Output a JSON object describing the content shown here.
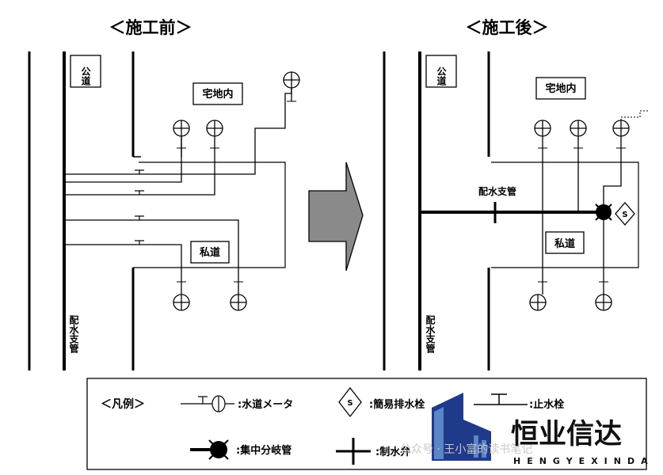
{
  "before": {
    "title": "＜施工前＞",
    "public_road": "公道",
    "residential": "宅地内",
    "private_road": "私道",
    "main_pipe": "配水支管"
  },
  "after": {
    "title": "＜施工後＞",
    "public_road": "公道",
    "residential": "宅地内",
    "private_road": "私道",
    "main_pipe": "配水支管",
    "branch_pipe": "配水支管",
    "s_symbol": "S"
  },
  "legend": {
    "title": "＜凡例＞",
    "meter": ":水道メータ",
    "drain": ":簡易排水栓",
    "stop_valve": ":止水栓",
    "manifold": ":集中分岐管",
    "control_valve": ":制水弁",
    "s_symbol": "S"
  },
  "watermark": {
    "brand_cn": "恒业信达",
    "brand_en": "HENGYEXINDA",
    "account": "公众号 · 王小富的读书笔记"
  },
  "colors": {
    "arrow_fill": "#8a8a8a",
    "logo_blue": "#1f3a8a",
    "logo_light": "#5a86c8"
  }
}
